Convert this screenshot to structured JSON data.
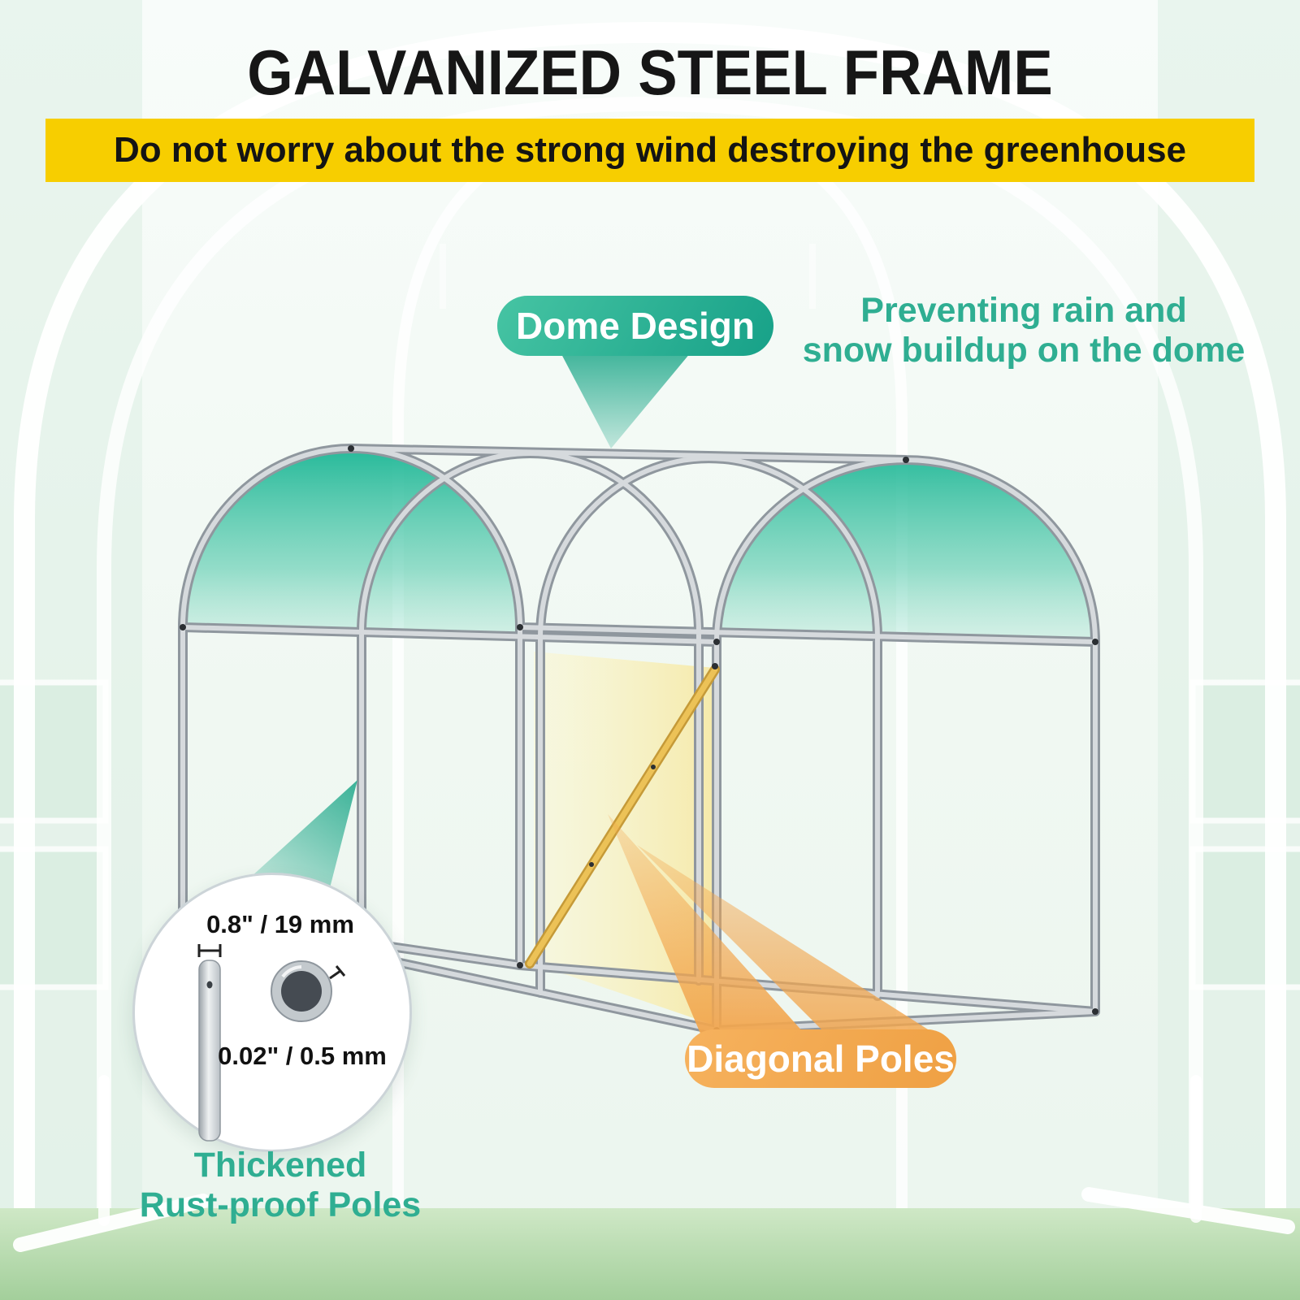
{
  "title": "GALVANIZED STEEL FRAME",
  "banner": {
    "text": "Do not worry about the strong wind destroying the greenhouse"
  },
  "callouts": {
    "dome_pill": "Dome Design",
    "rain_line1": "Preventing rain and",
    "rain_line2": "snow buildup on the dome",
    "diagonal_pill": "Diagonal Poles"
  },
  "pole_detail": {
    "outer_diameter": "0.8\" / 19 mm",
    "wall_thickness": "0.02\" / 0.5 mm",
    "caption_line1": "Thickened",
    "caption_line2": "Rust-proof Poles"
  },
  "colors": {
    "accent_green": "#2FAE92",
    "banner_yellow": "#F7CE00",
    "accent_orange": "#F2A64E",
    "canopy_teal": "#12B391"
  }
}
